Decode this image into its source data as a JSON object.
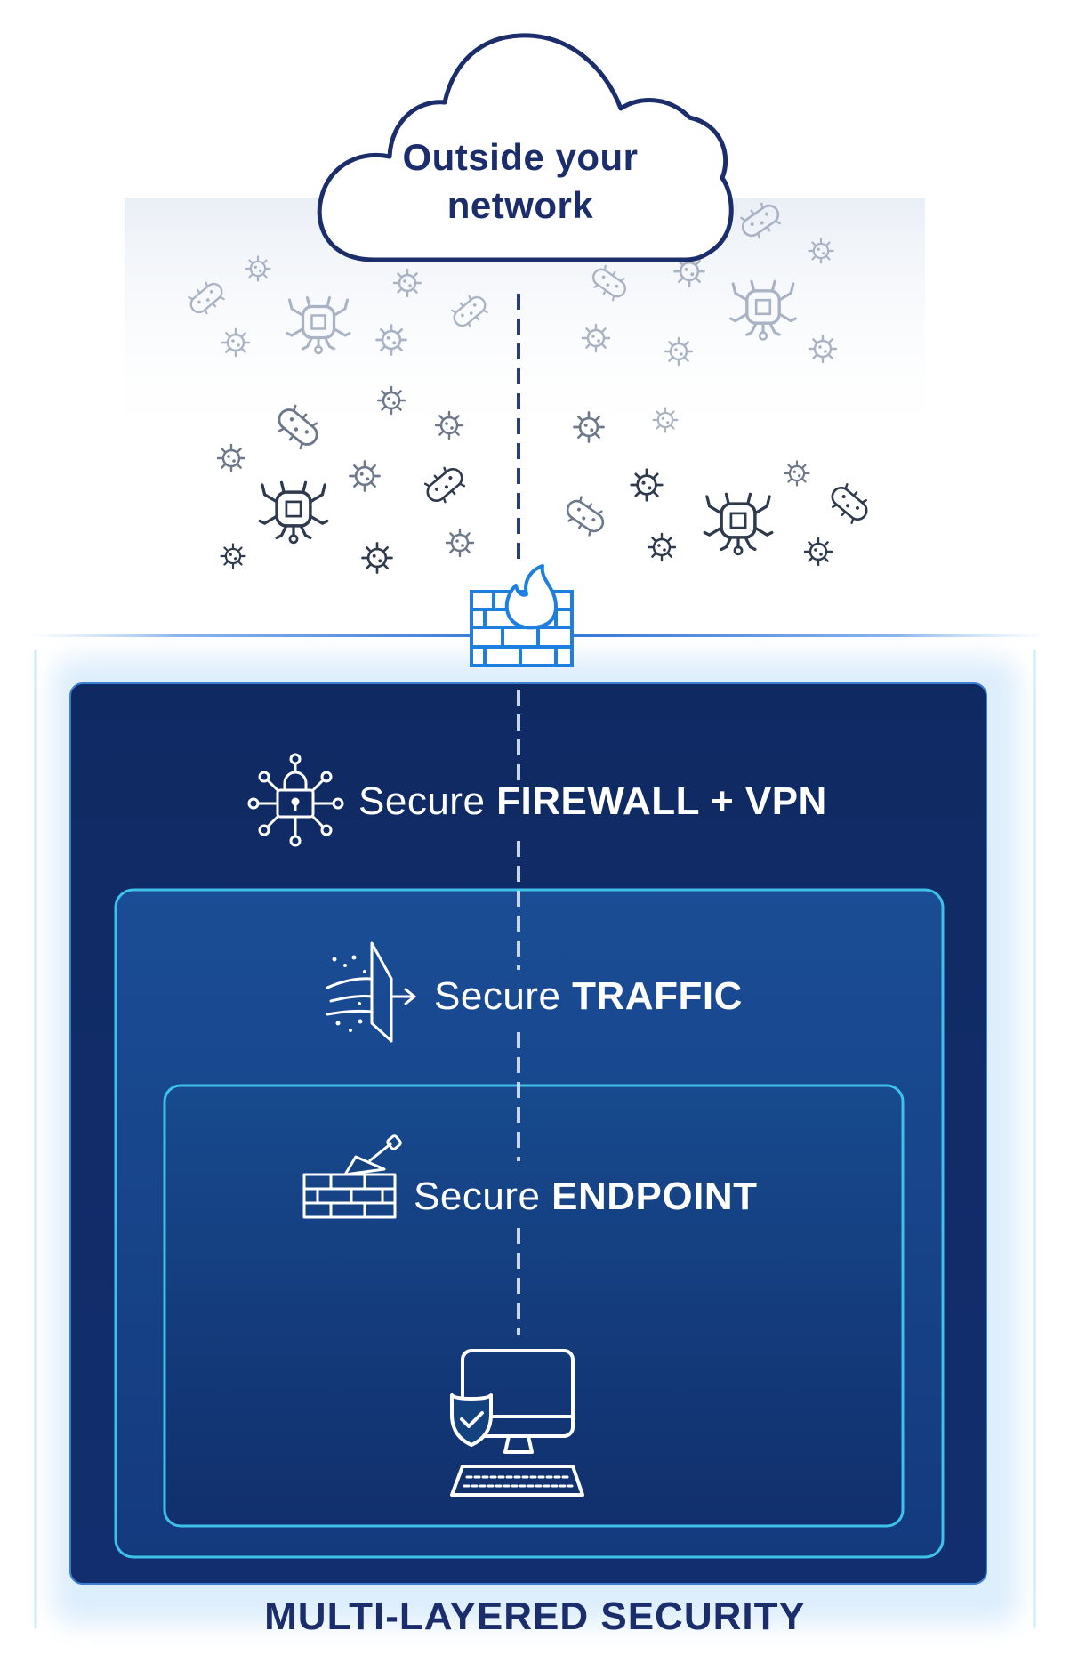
{
  "cloud": {
    "line1": "Outside your",
    "line2": "network"
  },
  "layers": [
    {
      "prefix": "Secure",
      "name": "FIREWALL + VPN"
    },
    {
      "prefix": "Secure",
      "name": "TRAFFIC"
    },
    {
      "prefix": "Secure",
      "name": "ENDPOINT"
    }
  ],
  "footer": {
    "title": "MULTI-LAYERED SECURITY"
  },
  "colors": {
    "navy": "#1b2d6b",
    "outer_box": "#13306e",
    "middle_box": "#17488f",
    "inner_box": "#14427f",
    "cyan_border": "#3fc2ea",
    "firewall_blue": "#1d7fe0"
  },
  "icons": [
    "cloud-icon",
    "threat-icon",
    "firewall-icon",
    "network-lock-icon",
    "traffic-filter-icon",
    "brick-wall-trowel-icon",
    "shielded-computer-icon"
  ]
}
